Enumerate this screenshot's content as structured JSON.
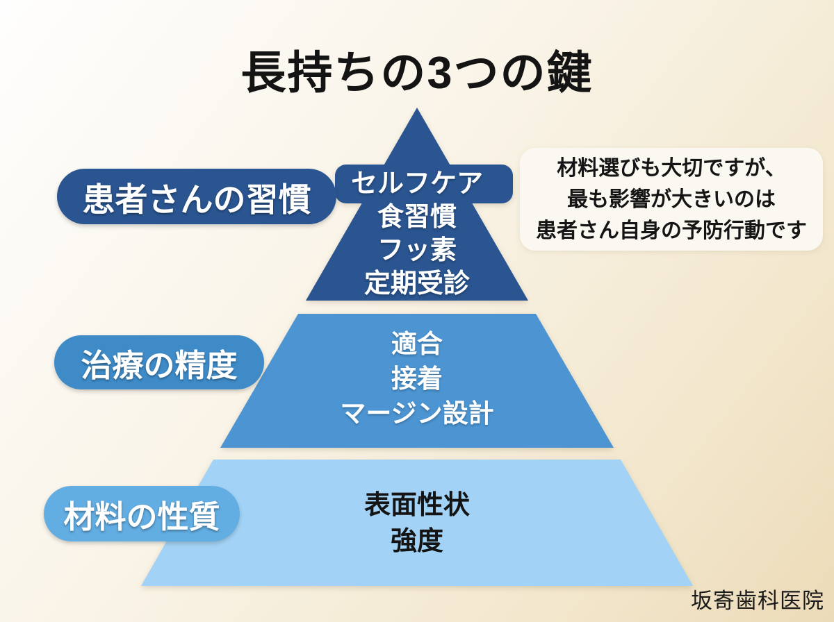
{
  "title": "長持ちの3つの鍵",
  "pyramid": {
    "tiers": [
      {
        "label": "患者さんの習慣",
        "items": [
          "セルフケア",
          "食習慣",
          "フッ素",
          "定期受診"
        ],
        "color": "#2a5590",
        "label_bg": "#2a5590",
        "text_color": "#ffffff"
      },
      {
        "label": "治療の精度",
        "items": [
          "適合",
          "接着",
          "マージン設計"
        ],
        "color": "#4c95d2",
        "label_bg": "#3e8bc8",
        "text_color": "#ffffff"
      },
      {
        "label": "材料の性質",
        "items": [
          "表面性状",
          "強度"
        ],
        "color": "#a2d3f6",
        "label_bg": "#62ade2",
        "text_color": "#141414"
      }
    ]
  },
  "note": {
    "bg": "#fbf8f1",
    "lines": [
      "材料選びも大切ですが、",
      "最も影響が大きいのは",
      "患者さん自身の予防行動です"
    ]
  },
  "footer": "坂寄歯科医院",
  "colors": {
    "background_top_left": "#fefefe",
    "background_bottom_right": "#ecdbb8",
    "title_text": "#141414"
  }
}
